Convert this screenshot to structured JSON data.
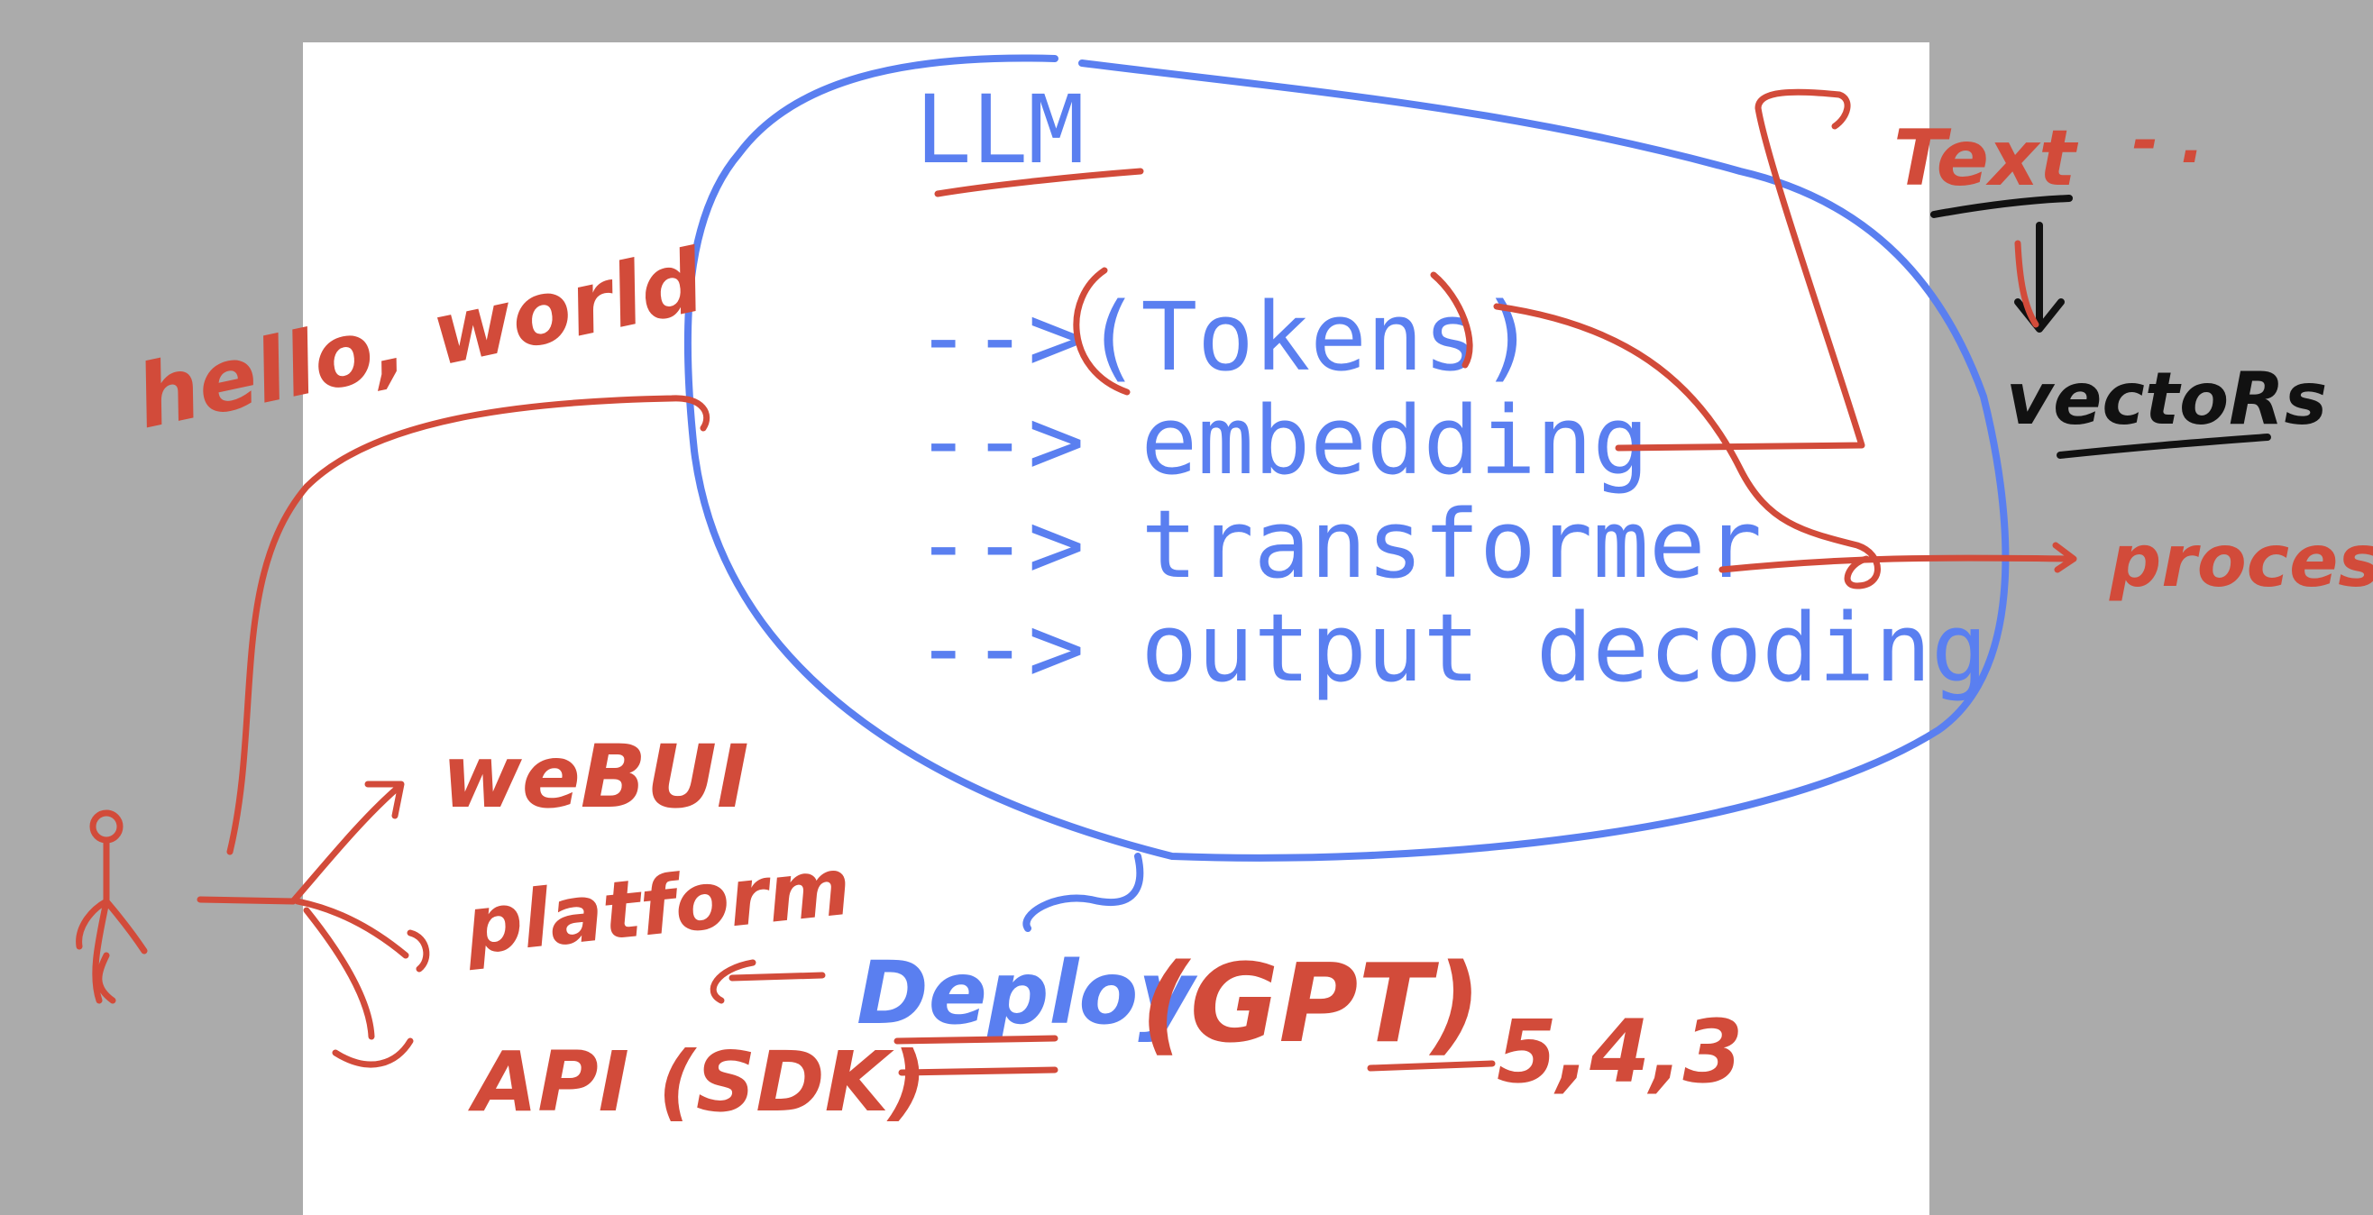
{
  "typed": {
    "title": "LLM",
    "steps": [
      "-->(Tokens)",
      "--> embedding",
      "--> transformer",
      "--> output decoding"
    ]
  },
  "handwriting": {
    "hello": "hello, world",
    "text": "Text",
    "vectors": "vectoRs",
    "process": "process",
    "webui": "weBUI",
    "platform": "platform",
    "api": "API (SDK)",
    "deploy": "Deploy",
    "gpt": "(GPT)",
    "versions": "5,4,3"
  },
  "colors": {
    "background": "#ababab",
    "board": "#ffffff",
    "typed_blue": "#5a7ff0",
    "ink_red": "#d24b3a",
    "ink_black": "#111111"
  }
}
